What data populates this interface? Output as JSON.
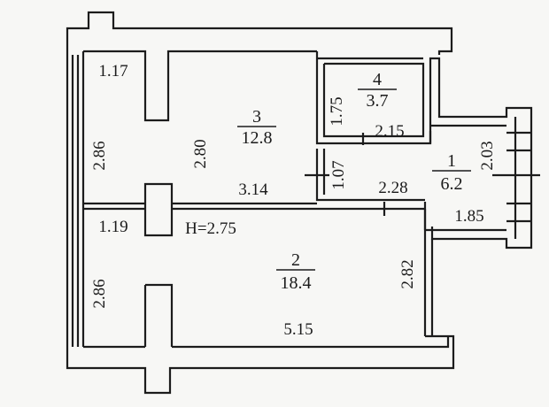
{
  "rooms": [
    {
      "number": "1",
      "area": "6.2"
    },
    {
      "number": "2",
      "area": "18.4"
    },
    {
      "number": "3",
      "area": "12.8"
    },
    {
      "number": "4",
      "area": "3.7"
    }
  ],
  "ceiling_height": "H=2.75",
  "dimensions": {
    "top_left_width": "1.17",
    "left_upper_height": "2.86",
    "room3_inner_height": "2.80",
    "room3_width": "3.14",
    "room4_height": "1.75",
    "room4_width": "2.15",
    "corridor_height": "1.07",
    "corridor_width": "2.28",
    "room1_height": "2.03",
    "room1_width": "1.85",
    "left_mid_width": "1.19",
    "left_lower_height": "2.86",
    "room2_height": "2.82",
    "room2_width": "5.15"
  },
  "colors": {
    "wall": "#1c1c1c",
    "wall_fill": "#f3f3f1",
    "paper": "#f7f7f5"
  }
}
